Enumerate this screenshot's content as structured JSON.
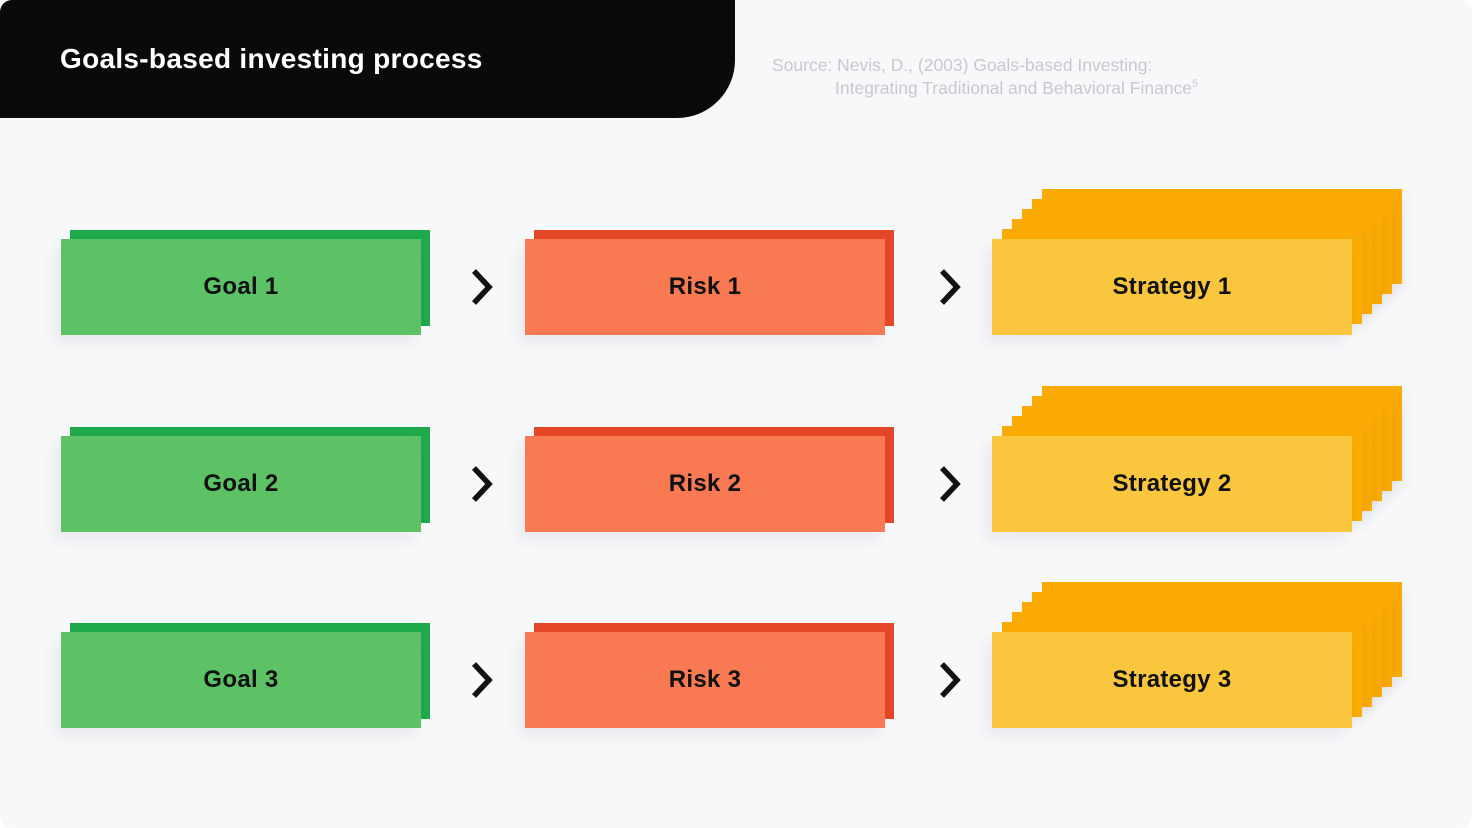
{
  "header": {
    "title": "Goals-based investing process"
  },
  "source": {
    "line1": "Source: Nevis, D., (2003) Goals-based Investing:",
    "line2": "Integrating Traditional and Behavioral Finance",
    "superscript": "5"
  },
  "rows": [
    {
      "goal": "Goal 1",
      "risk": "Risk 1",
      "strategy": "Strategy 1"
    },
    {
      "goal": "Goal 2",
      "risk": "Risk 2",
      "strategy": "Strategy 2"
    },
    {
      "goal": "Goal 3",
      "risk": "Risk 3",
      "strategy": "Strategy 3"
    }
  ],
  "colors": {
    "background": "#f7f8fa",
    "header_bg": "#0a0a0a",
    "title_text": "#ffffff",
    "source_text": "#c8c9cd",
    "goal_front": "#5dc266",
    "goal_back": "#1ea94b",
    "risk_front": "#f87952",
    "risk_back": "#e44727",
    "strategy_front": "#f9c63e",
    "strategy_back": "#fcab05",
    "label_text": "#111111",
    "arrow": "#121212"
  }
}
